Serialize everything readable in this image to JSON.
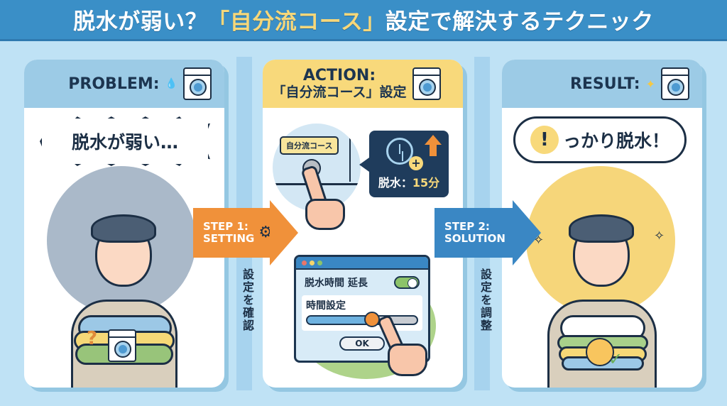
{
  "title": {
    "prefix": "脱水が弱い？",
    "accent": "「自分流コース」",
    "suffix": "設定で解決するテクニック"
  },
  "colors": {
    "title_bar": "#3a8fc7",
    "background": "#bfe2f5",
    "problem_header": "#9ccbe6",
    "action_header": "#f8d97b",
    "result_header": "#9ccbe6",
    "step1_arrow": "#f0913a",
    "step2_arrow": "#3a87c4"
  },
  "panels": [
    {
      "label": "PROBLEM:",
      "icon": "washing-machine-dripping-icon",
      "speech": "脱水が弱い…",
      "illustration": "worried-person-holding-wet-laundry",
      "footer_icon": "washing-machine-question-icon"
    },
    {
      "label": "ACTION:",
      "sublabel": "「自分流コース」設定",
      "icon": "washing-machine-icon",
      "course_button_label": "自分流コース",
      "info_box": {
        "label": "脱水：",
        "value": "15分"
      },
      "dialog": {
        "toggle_label": "脱水時間 延長",
        "toggle_state": "on",
        "slider_label": "時間設定",
        "slider_percent": 58,
        "ok_label": "OK"
      }
    },
    {
      "label": "RESULT:",
      "icon": "washing-machine-shirt-sparkle-icon",
      "speech_icon": "!",
      "speech": "っかり脱水！",
      "illustration": "happy-person-holding-dry-laundry",
      "footer_icon": "sun-smile-check-icon"
    }
  ],
  "steps": [
    {
      "label_line1": "STEP 1:",
      "label_line2": "SETTING",
      "icon": "gear-icon",
      "vertical_text": "設定を確認"
    },
    {
      "label_line1": "STEP 2:",
      "label_line2": "SOLUTION",
      "icon": "water-drop-icon",
      "vertical_text": "設定を調整"
    }
  ]
}
